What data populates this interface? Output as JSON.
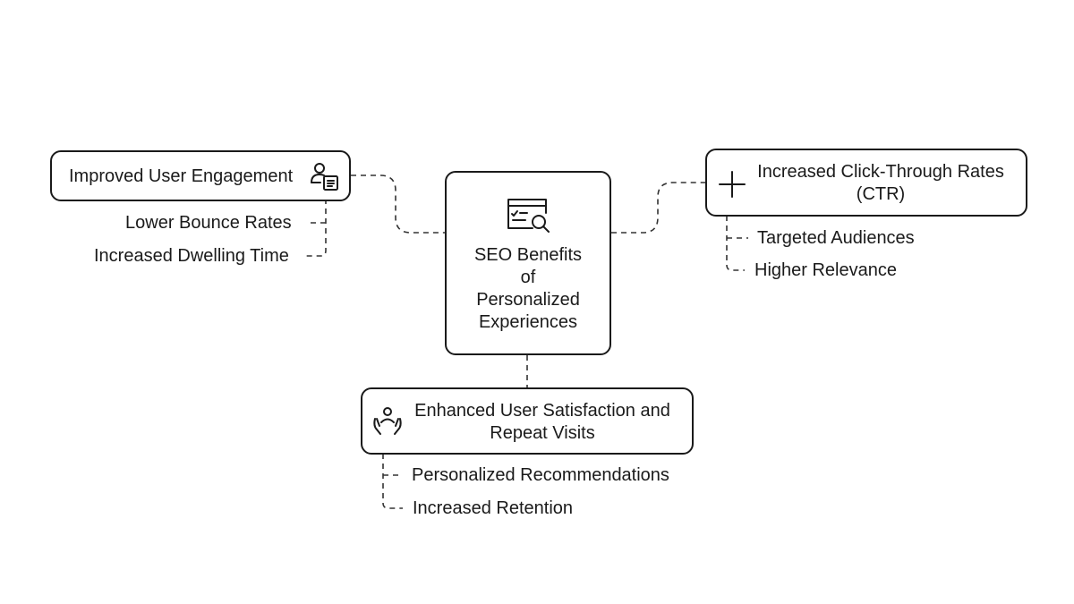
{
  "diagram": {
    "center": {
      "lines": [
        "SEO Benefits",
        "of",
        "Personalized",
        "Experiences"
      ],
      "icon": "seo-search-icon"
    },
    "left": {
      "title": "Improved User Engagement",
      "icon": "user-document-icon",
      "children": [
        "Lower Bounce Rates",
        "Increased Dwelling Time"
      ]
    },
    "right": {
      "title_lines": [
        "Increased Click-Through Rates",
        "(CTR)"
      ],
      "icon": "plus-icon",
      "children": [
        "Targeted Audiences",
        "Higher Relevance"
      ]
    },
    "bottom": {
      "title_lines": [
        "Enhanced User Satisfaction and",
        "Repeat Visits"
      ],
      "icon": "person-hands-icon",
      "children": [
        "Personalized Recommendations",
        "Increased Retention"
      ]
    }
  }
}
